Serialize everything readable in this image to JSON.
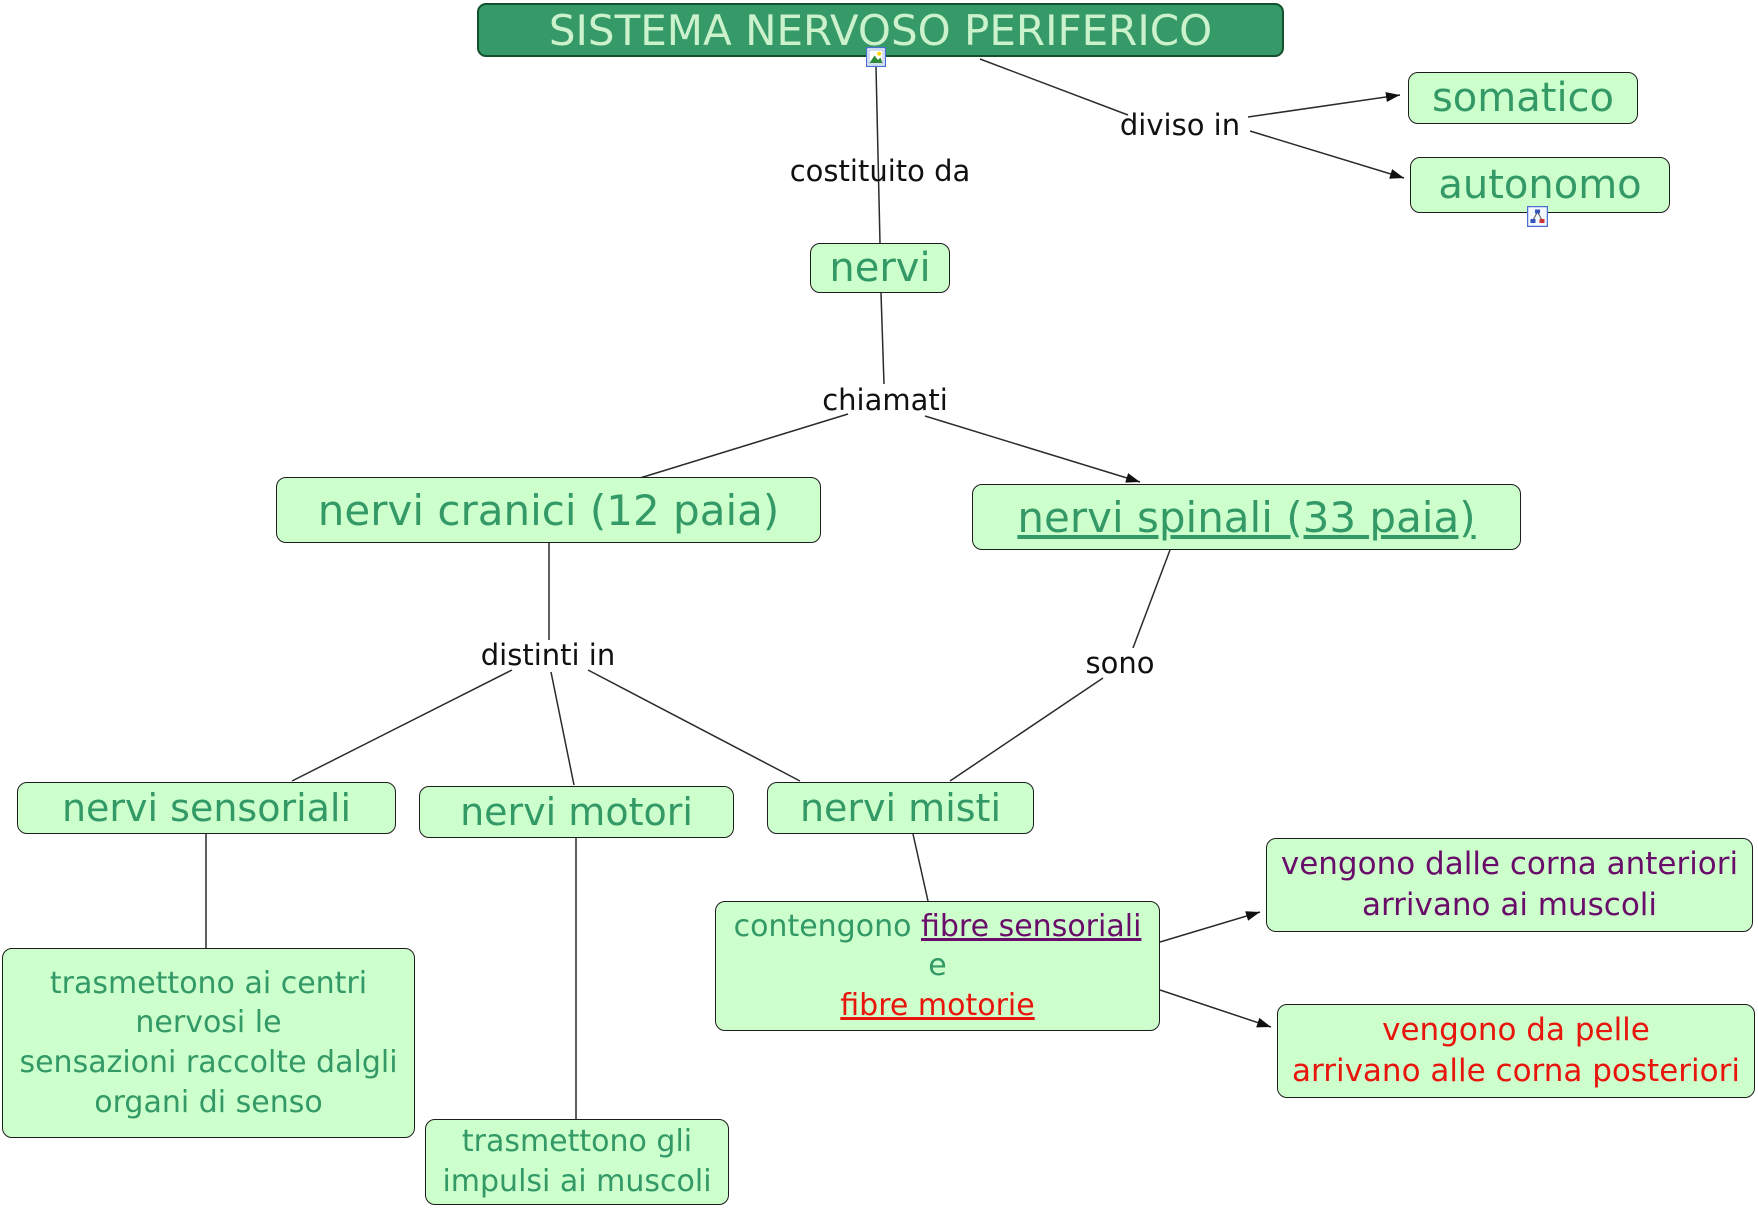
{
  "title": {
    "text": "SISTEMA NERVOSO PERIFERICO"
  },
  "linking_phrases": {
    "costituito_da": "costituito da",
    "diviso_in": "diviso in",
    "chiamati": "chiamati",
    "distinti_in": "distinti in",
    "sono": "sono"
  },
  "concepts": {
    "somatico": "somatico",
    "autonomo": "autonomo",
    "nervi": "nervi",
    "nervi_cranici": "nervi cranici (12 paia)",
    "nervi_spinali": "nervi spinali (33 paia)",
    "nervi_sensoriali": "nervi sensoriali",
    "nervi_motori": "nervi motori",
    "nervi_misti": "nervi misti",
    "sensoriali_desc": {
      "line1": "trasmettono ai centri",
      "line2": "nervosi le",
      "line3": "sensazioni raccolte dalgli",
      "line4": "organi di senso"
    },
    "motori_desc": {
      "line1": "trasmettono gli",
      "line2": "impulsi ai muscoli"
    },
    "misti_desc": {
      "part1": "contengono ",
      "part2": "fibre sensoriali",
      "line2": "e",
      "line3": "fibre motorie"
    },
    "fibre_sensoriali_desc": {
      "line1": "vengono dalle corna anteriori",
      "line2": "arrivano ai muscoli"
    },
    "fibre_motorie_desc": {
      "line1": "vengono da pelle",
      "line2": "arrivano alle corna posteriori"
    }
  },
  "icons": {
    "title_resource": "image-resource-icon",
    "autonomo_resource": "cmap-link-icon"
  },
  "colors": {
    "title_bg": "#369a68",
    "title_text": "#ccf2cc",
    "concept_bg": "#ccffcc",
    "concept_text": "#339966",
    "accent_purple": "#6a0d6a",
    "accent_red": "#e8150d",
    "connector": "#2b2b2b"
  }
}
